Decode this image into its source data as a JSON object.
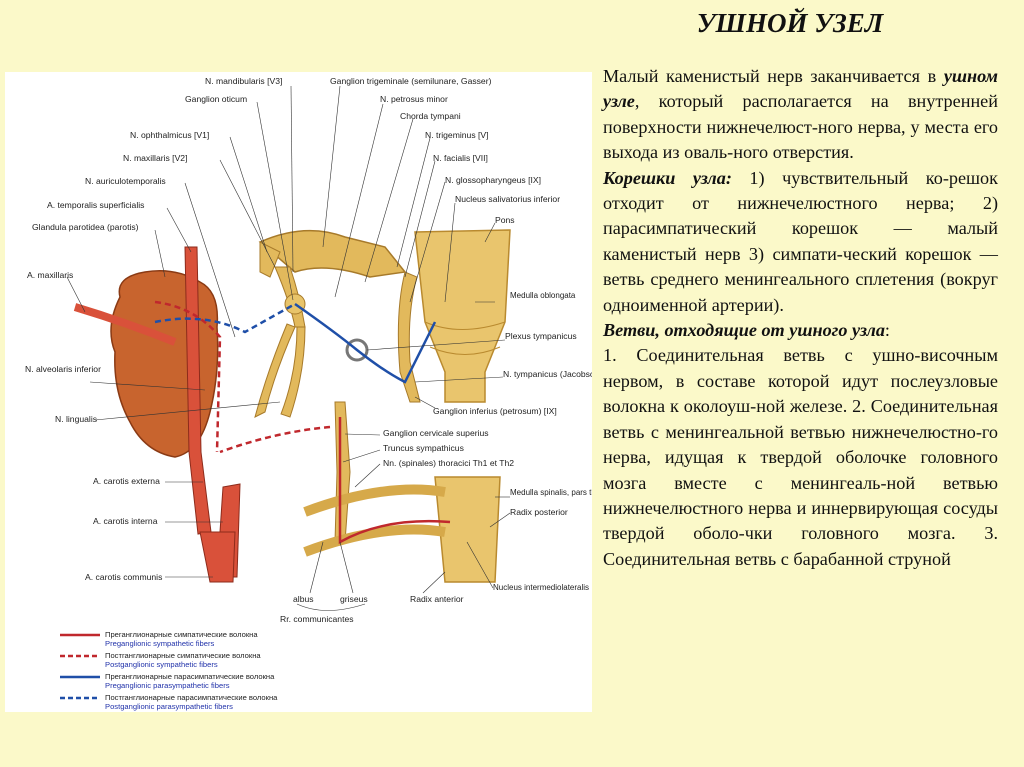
{
  "slide": {
    "title": "УШНОЙ УЗЕЛ",
    "intro": "Малый каменистый нерв заканчивается в ",
    "intro_em": "ушном узле",
    "intro_rest": ", который располагается на внутренней поверхности нижнечелюст-ного нерва, у места его выхода из оваль-ного отверстия.",
    "roots_heading": "Корешки узла:",
    "roots_text": "   1) чувствительный ко-решок отходит от нижнечелюстного нерва; 2) парасимпатический корешок — малый каменистый нерв 3) симпати-ческий корешок — ветвь среднего менингеального сплетения (вокруг одноименной артерии).",
    "branches_heading": "Ветви, отходящие от ушного узла",
    "branches_colon": ":",
    "branches_text": "1. Соединительная  ветвь с ушно-височным нервом,  в составе которой идут послеузловые волокна к  околоуш-ной железе. 2. Соединительная ветвь с менингеальной ветвью нижнечелюстно-го нерва, идущая к твердой оболочке головного мозга вместе с менингеаль-ной ветвью нижнечелюстного нерва и иннервирующая сосуды твердой оболо-чки головного мозга. 3. Соединительная ветвь с барабанной струной"
  },
  "figure": {
    "labels": {
      "mandibularis": "N. mandibularis [V3]",
      "trigeminale": "Ganglion trigeminale (semilunare, Gasser)",
      "oticum": "Ganglion oticum",
      "petrosus_minor": "N. petrosus minor",
      "chorda": "Chorda tympani",
      "ophthalmicus": "N. ophthalmicus [V1]",
      "trigeminus": "N. trigeminus [V]",
      "maxillaris": "N. maxillaris [V2]",
      "facialis": "N. facialis [VII]",
      "auriculotemporalis": "N. auriculotemporalis",
      "glossopharyngeus": "N. glossopharyngeus [IX]",
      "temporalis": "A. temporalis superficialis",
      "salivatorius": "Nucleus salivatorius inferior",
      "parotis": "Glandula parotidea (parotis)",
      "pons": "Pons",
      "a_maxillaris": "A. maxillaris",
      "medulla_oblongata": "Medulla oblongata",
      "plexus": "Plexus tympanicus",
      "alveolaris": "N. alveolaris inferior",
      "tympanicus": "N. tympanicus (Jacobson)",
      "lingualis": "N. lingualis",
      "ganglion_inferius": "Ganglion inferius (petrosum) [IX]",
      "cervicale": "Ganglion cervicale superius",
      "truncus": "Truncus sympathicus",
      "spinales": "Nn. (spinales) thoracici Th1 et Th2",
      "carotis_externa": "A. carotis externa",
      "medulla_spinalis": "Medulla spinalis, pars thoracica",
      "radix_posterior": "Radix posterior",
      "carotis_interna": "A. carotis interna",
      "carotis_communis": "A. carotis communis",
      "albus": "albus",
      "griseus": "griseus",
      "radix_anterior": "Radix anterior",
      "intermediolateralis": "Nucleus intermediolateralis",
      "communicantes": "Rr. communicantes"
    },
    "legend": [
      {
        "ru": "Преганглионарные симпатические волокна",
        "en": "Preganglionic sympathetic fibers",
        "color": "#c0282d",
        "dash": false
      },
      {
        "ru": "Постганглионарные симпатические волокна",
        "en": "Postganglionic sympathetic fibers",
        "color": "#c0282d",
        "dash": true
      },
      {
        "ru": "Преганглионарные парасимпатические волокна",
        "en": "Preganglionic parasympathetic fibers",
        "color": "#1f4fa8",
        "dash": false
      },
      {
        "ru": "Постганглионарные парасимпатические волокна",
        "en": "Postganglionic parasympathetic fibers",
        "color": "#1f4fa8",
        "dash": true
      }
    ]
  }
}
